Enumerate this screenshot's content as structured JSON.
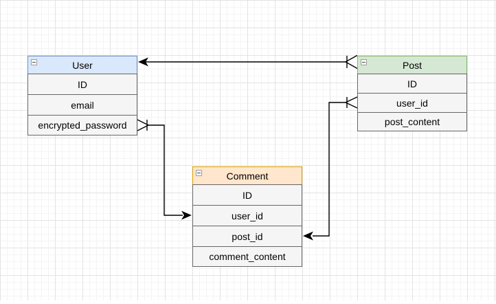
{
  "canvas": {
    "background": "#ffffff",
    "grid_major_color": "#e3e3e3",
    "grid_minor_color": "#f4f4f4",
    "edge_color": "#000000"
  },
  "diagram": {
    "tables": [
      {
        "name": "User",
        "header_fill": "#dae8fc",
        "header_stroke": "#6c8ebf",
        "body_fill": "#f5f5f5",
        "body_stroke": "#666666",
        "collapse_icon": "minus-square-icon",
        "fields": [
          "ID",
          "email",
          "encrypted_password"
        ]
      },
      {
        "name": "Post",
        "header_fill": "#d5e8d4",
        "header_stroke": "#82b366",
        "body_fill": "#f5f5f5",
        "body_stroke": "#666666",
        "collapse_icon": "minus-square-icon",
        "fields": [
          "ID",
          "user_id",
          "post_content"
        ]
      },
      {
        "name": "Comment",
        "header_fill": "#ffe6cc",
        "header_stroke": "#d79b00",
        "body_fill": "#f5f5f5",
        "body_stroke": "#666666",
        "collapse_icon": "minus-square-icon",
        "fields": [
          "ID",
          "user_id",
          "post_id",
          "comment_content"
        ]
      }
    ],
    "relations": [
      {
        "from": "Post",
        "from_field": "header",
        "to": "User",
        "to_field": "header",
        "from_terminal": "one-or-many-crowfoot",
        "to_terminal": "filled-arrow"
      },
      {
        "from": "User",
        "from_field": "encrypted_password",
        "to": "Comment",
        "to_field": "user_id",
        "from_terminal": "one-or-many-crowfoot",
        "to_terminal": "filled-arrow"
      },
      {
        "from": "Post",
        "from_field": "user_id",
        "to": "Comment",
        "to_field": "post_id",
        "from_terminal": "one-or-many-crowfoot",
        "to_terminal": "filled-arrow"
      }
    ]
  }
}
